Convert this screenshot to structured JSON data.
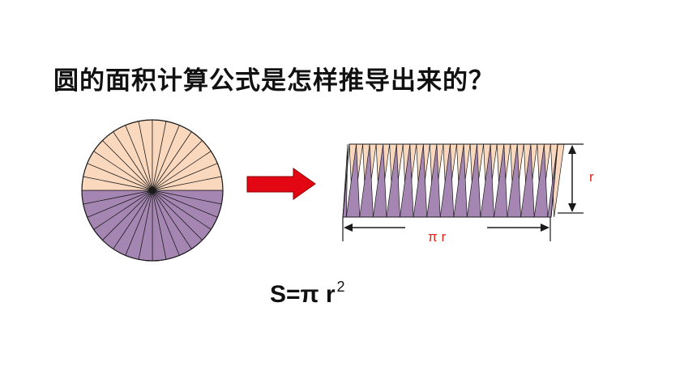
{
  "question": "圆的面积计算公式是怎样推导出来的？",
  "formula": {
    "main": "S=π r",
    "exponent": "2"
  },
  "labels": {
    "height": "r",
    "length": "π r"
  },
  "colors": {
    "top_fill": "#fad8be",
    "bottom_fill": "#a586b3",
    "stroke": "#1a1a1a",
    "arrow": "#e30613",
    "label": "#e0281c"
  },
  "diagram": {
    "sectors": 32
  }
}
